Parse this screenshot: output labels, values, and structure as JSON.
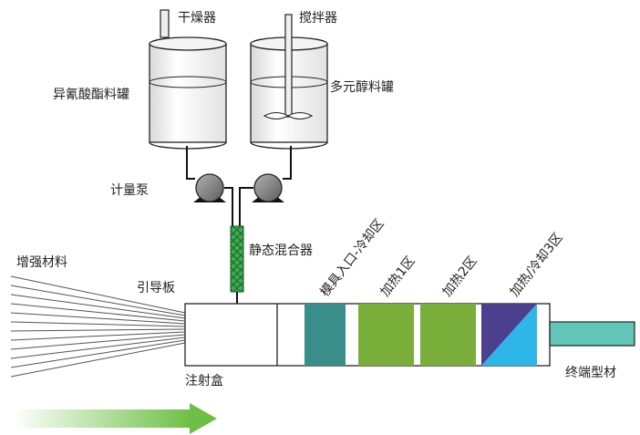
{
  "labels": {
    "dryer": "干燥器",
    "stirrer": "搅拌器",
    "isocyanate_tank": "异氰酸酯料罐",
    "polyol_tank": "多元醇料罐",
    "metering_pump": "计量泵",
    "static_mixer": "静态混合器",
    "reinforcement": "增强材料",
    "guide_plate": "引导板",
    "injection_box": "注射盒",
    "zone_die_entry_cooling": "模具入口-冷却区",
    "zone_heating_1": "加热1区",
    "zone_heating_2": "加热2区",
    "zone_heating_cooling_3": "加热/冷却3区",
    "final_profile": "终端型材"
  },
  "colors": {
    "teal": "#3a8e8a",
    "green": "#7aae3b",
    "purple": "#4b3f8f",
    "blue": "#2db6e7",
    "profile": "#62c6b8",
    "mixer": "#3cae55",
    "arrow": "#6dbf45",
    "pump": "#8a8a8a"
  }
}
